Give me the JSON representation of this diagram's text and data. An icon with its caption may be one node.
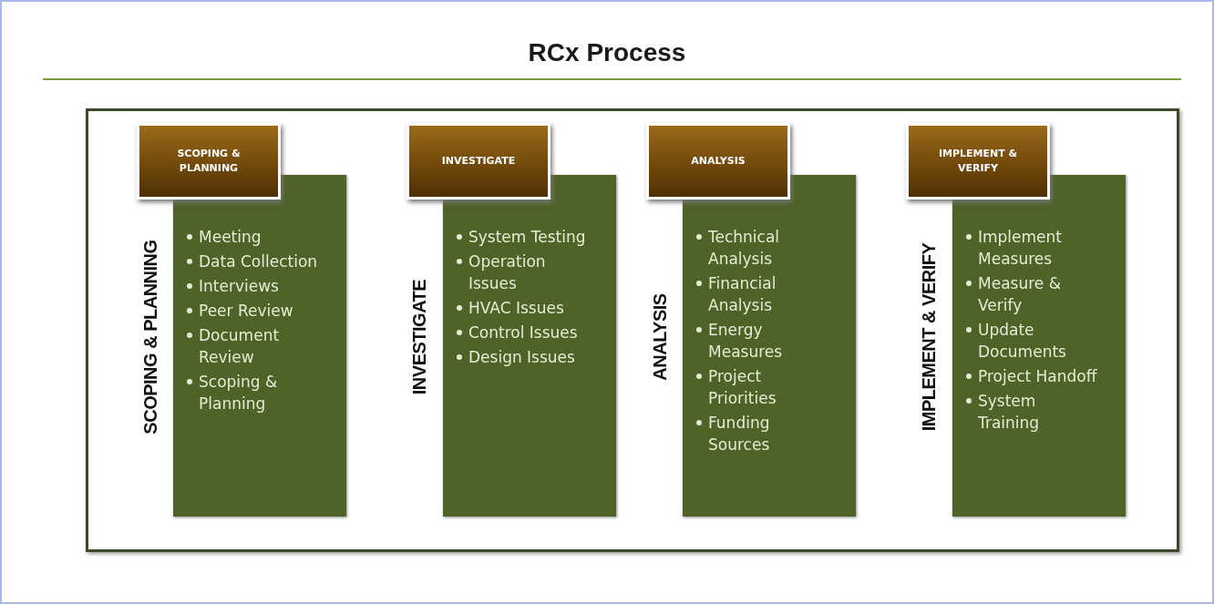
{
  "diagram": {
    "title": "RCx Process",
    "nodes": [
      {
        "text": [
          "SCOPING & PLANNING"
        ]
      },
      {
        "text": [
          "Meeting",
          "Data Collection",
          "Interviews",
          "Peer Review",
          "Document Review",
          "Scoping & Planning"
        ],
        "beside": [
          "SCOPING & PLANNING"
        ]
      },
      {
        "text": [
          "INVESTIGATE"
        ]
      },
      {
        "text": [
          "System Testing",
          "Operation Issues",
          "HVAC Issues",
          "Control Issues",
          "Design Issues"
        ],
        "beside": [
          "INVESTIGATE"
        ]
      },
      {
        "text": [
          "ANALYSIS"
        ]
      },
      {
        "text": [
          "Technical Analysis",
          "Financial Analysis",
          "Energy Measures",
          "Project Priorities",
          "Funding Sources"
        ],
        "beside": [
          "ANALYSIS"
        ]
      },
      {
        "text": [
          "IMPLEMENT & VERIFY"
        ]
      },
      {
        "text": [
          "Implement Measures",
          "Measure & Verify",
          "Update Documents",
          "Project Handoff",
          "System Training"
        ],
        "beside": [
          "IMPLEMENT & VERIFY"
        ]
      }
    ]
  }
}
